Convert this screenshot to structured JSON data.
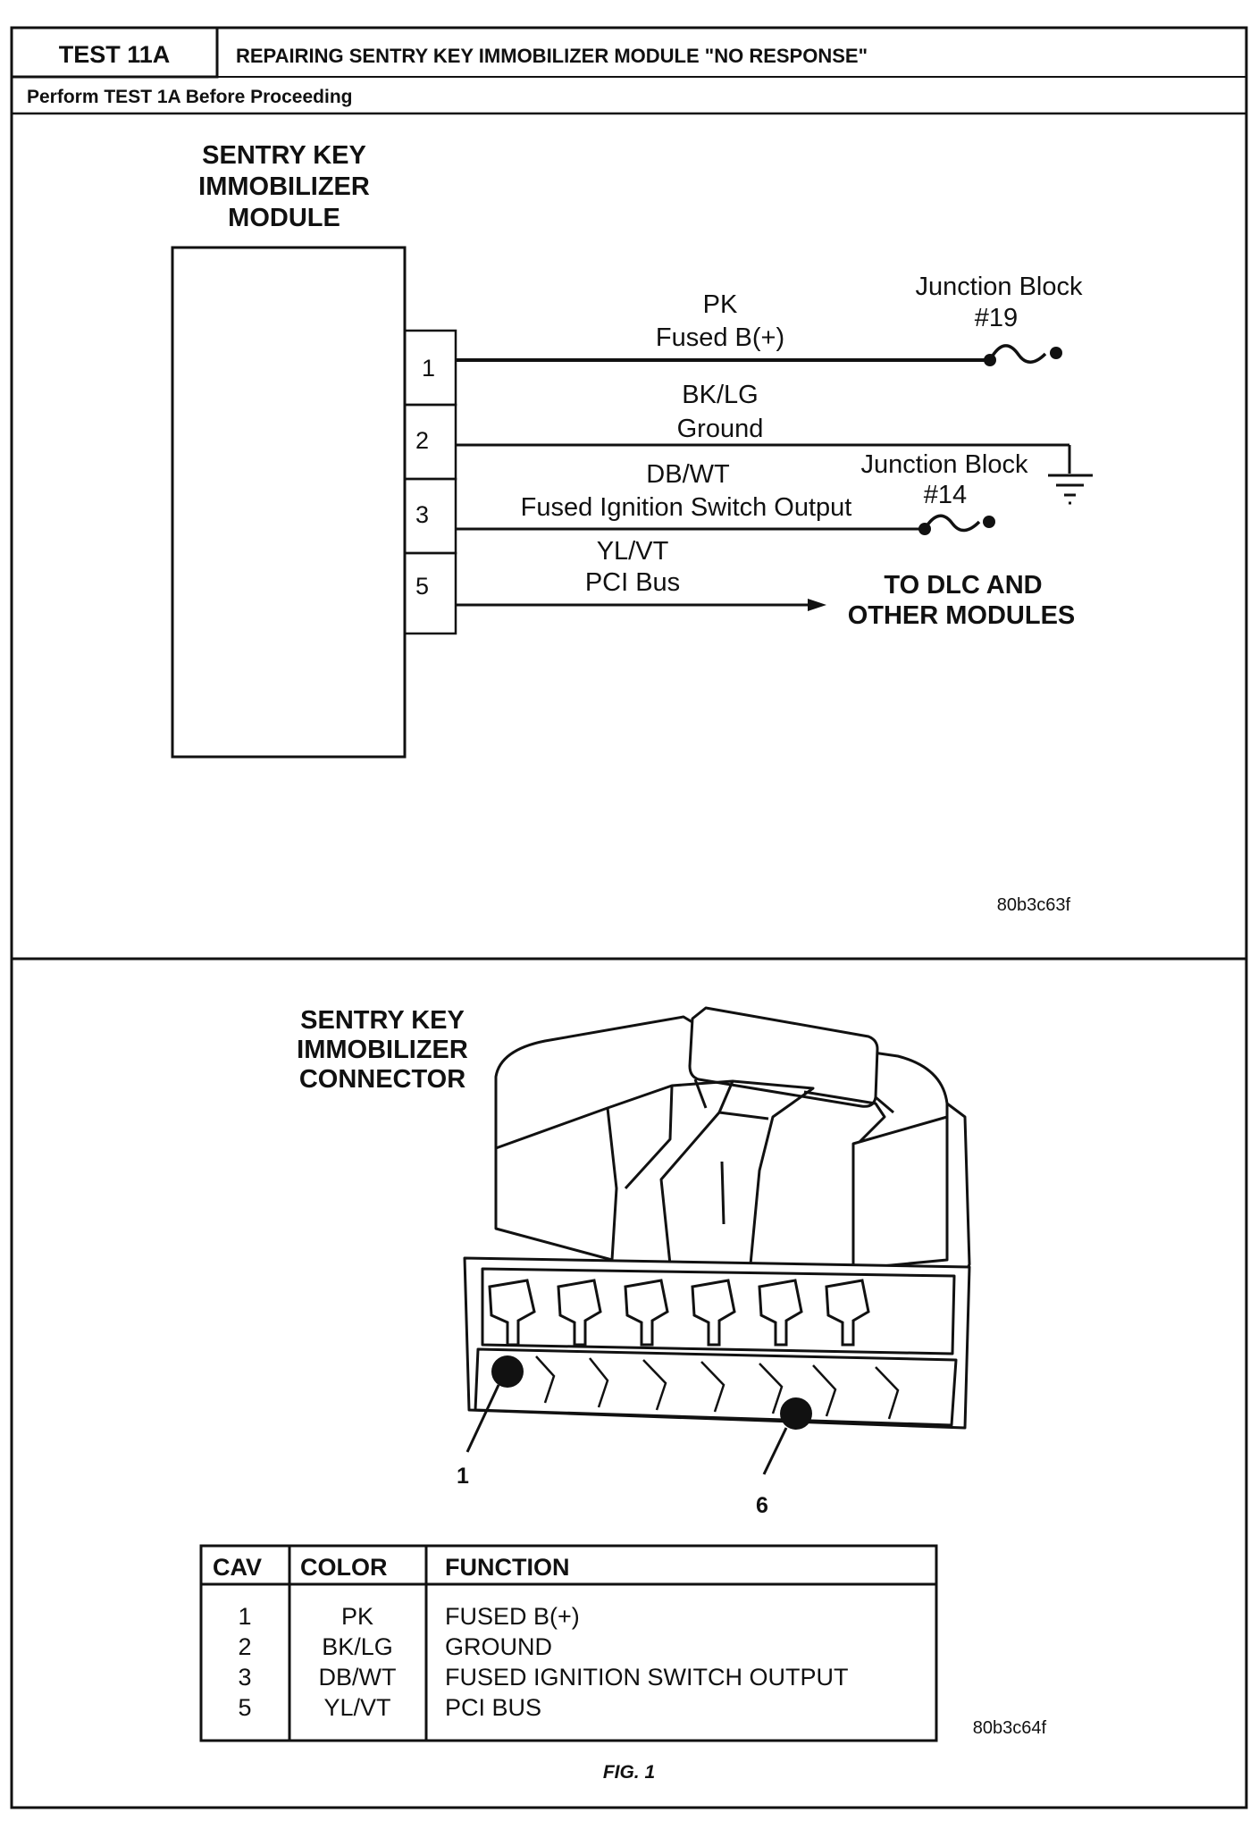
{
  "header": {
    "test_id": "TEST 11A",
    "title": "REPAIRING SENTRY KEY IMMOBILIZER MODULE \"NO RESPONSE\"",
    "prerequisite": "Perform TEST 1A Before Proceeding"
  },
  "schematic": {
    "module_title": [
      "SENTRY KEY",
      "IMMOBILIZER",
      "MODULE"
    ],
    "pins": [
      "1",
      "2",
      "3",
      "5"
    ],
    "wires": [
      {
        "color": "PK",
        "function": "Fused B(+)"
      },
      {
        "color": "BK/LG",
        "function": "Ground"
      },
      {
        "color": "DB/WT",
        "function": "Fused Ignition Switch Output"
      },
      {
        "color": "YL/VT",
        "function": "PCI Bus"
      }
    ],
    "junction_19": {
      "label": "Junction Block",
      "number": "#19"
    },
    "junction_14": {
      "label": "Junction Block",
      "number": "#14"
    },
    "destination": [
      "TO DLC AND",
      "OTHER MODULES"
    ],
    "figure_id": "80b3c63f"
  },
  "connector": {
    "title": [
      "SENTRY KEY",
      "IMMOBILIZER",
      "CONNECTOR"
    ],
    "pin_callout_left": "1",
    "pin_callout_right": "6",
    "figure_id": "80b3c64f"
  },
  "table": {
    "headers": [
      "CAV",
      "COLOR",
      "FUNCTION"
    ],
    "rows": [
      {
        "cav": "1",
        "color": "PK",
        "function": "FUSED B(+)"
      },
      {
        "cav": "2",
        "color": "BK/LG",
        "function": "GROUND"
      },
      {
        "cav": "3",
        "color": "DB/WT",
        "function": "FUSED IGNITION SWITCH OUTPUT"
      },
      {
        "cav": "5",
        "color": "YL/VT",
        "function": "PCI BUS"
      }
    ]
  },
  "caption": "FIG. 1"
}
